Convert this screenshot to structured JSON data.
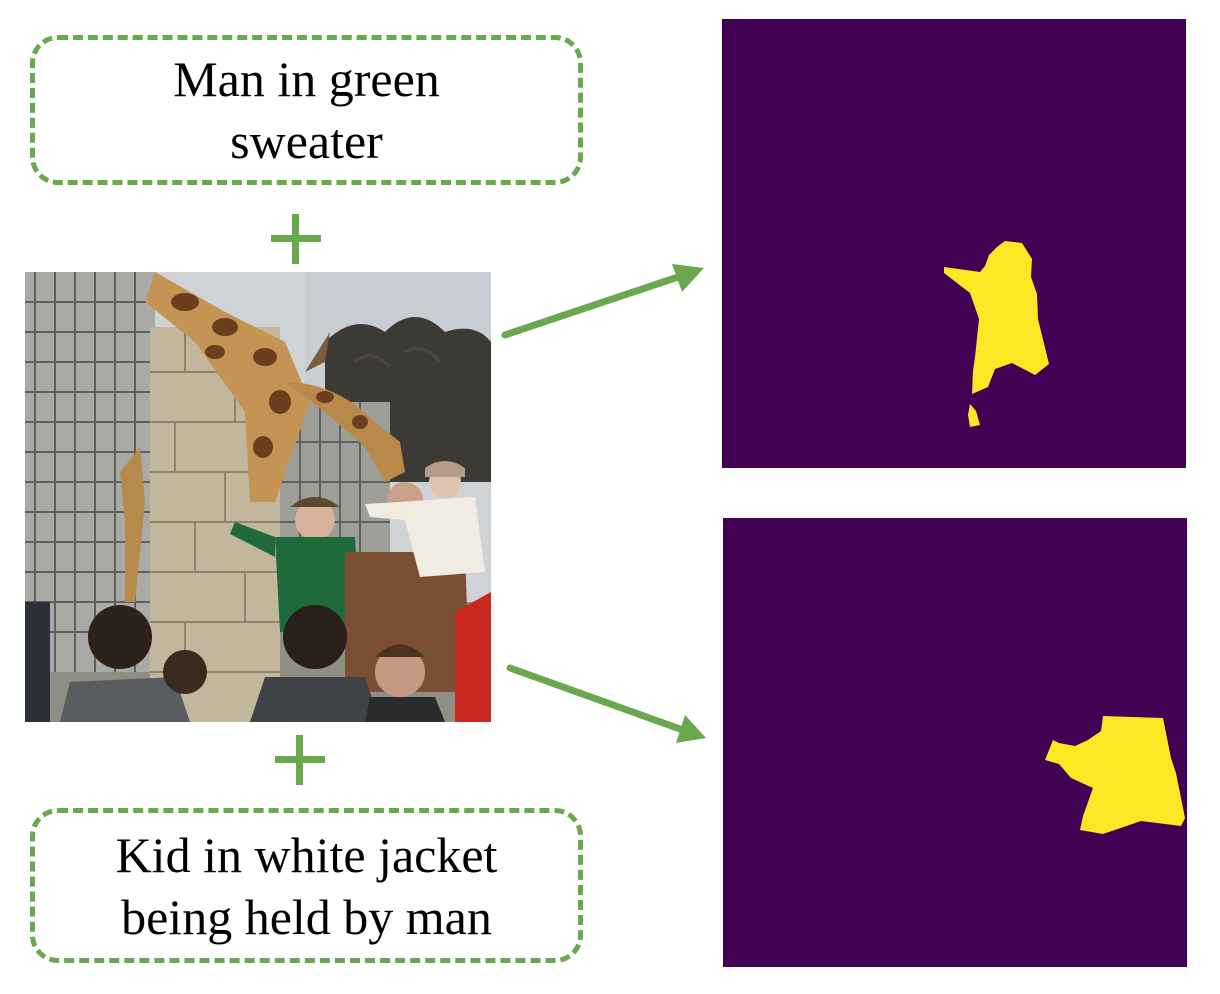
{
  "prompts": {
    "top": {
      "line1": "Man in green",
      "line2": "sweater"
    },
    "bottom": {
      "line1": "Kid in white jacket",
      "line2": "being held by man"
    }
  },
  "colors": {
    "accent_green": "#6aa84f",
    "mask_background": "#440154",
    "mask_foreground": "#fde725"
  },
  "elements": {
    "plus_symbol": "+",
    "input_image": "zoo photo of people feeding giraffes",
    "outputs": [
      "segmentation mask: man in green sweater",
      "segmentation mask: kid in white jacket"
    ]
  }
}
